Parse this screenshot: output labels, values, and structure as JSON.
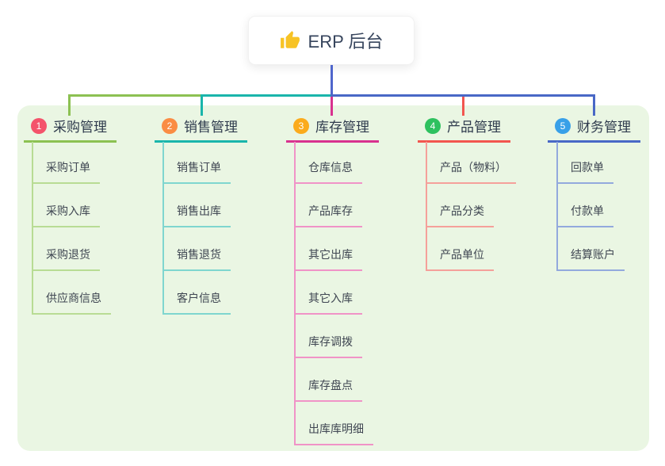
{
  "root": {
    "label": "ERP 后台",
    "icon": "thumbs-up-icon"
  },
  "branches": [
    {
      "num": "1",
      "label": "采购管理",
      "badge_color": "#f4536b",
      "line_color": "#8cc152",
      "child_line_color": "#b8dc94",
      "children": [
        "采购订单",
        "采购入库",
        "采购退货",
        "供应商信息"
      ]
    },
    {
      "num": "2",
      "label": "销售管理",
      "badge_color": "#fa8c44",
      "line_color": "#1ab5ab",
      "child_line_color": "#7fd6cf",
      "children": [
        "销售订单",
        "销售出库",
        "销售退货",
        "客户信息"
      ]
    },
    {
      "num": "3",
      "label": "库存管理",
      "badge_color": "#fbab1c",
      "line_color": "#d8328f",
      "child_line_color": "#f093c7",
      "children": [
        "仓库信息",
        "产品库存",
        "其它出库",
        "其它入库",
        "库存调拨",
        "库存盘点",
        "出库库明细"
      ]
    },
    {
      "num": "4",
      "label": "产品管理",
      "badge_color": "#2ec15f",
      "line_color": "#f2564f",
      "child_line_color": "#f5a09a",
      "children": [
        "产品（物料）",
        "产品分类",
        "产品单位"
      ]
    },
    {
      "num": "5",
      "label": "财务管理",
      "badge_color": "#38a0e8",
      "line_color": "#4968c6",
      "child_line_color": "#93a9dd",
      "children": [
        "回款单",
        "付款单",
        "结算账户"
      ]
    }
  ],
  "colors": {
    "panel_bg": "#eaf6e3",
    "root_line": "#4f66cc",
    "text": "#3c4858",
    "thumb_icon": "#f7c325"
  }
}
